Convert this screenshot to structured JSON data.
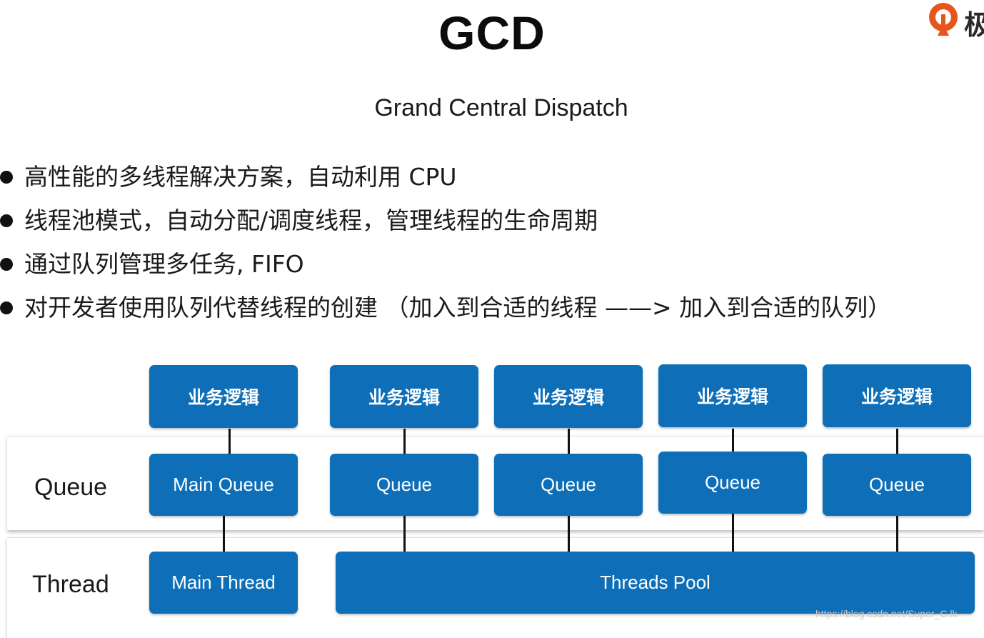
{
  "title": "GCD",
  "subtitle": "Grand Central Dispatch",
  "logo": {
    "glyph": "极"
  },
  "bullets": [
    "高性能的多线程解决方案，自动利用 CPU",
    "线程池模式，自动分配/调度线程，管理线程的生命周期",
    "通过队列管理多任务, FIFO",
    "对开发者使用队列代替线程的创建 （加入到合适的线程 ——> 加入到合适的队列）"
  ],
  "diagram": {
    "lanes": {
      "queue": "Queue",
      "thread": "Thread"
    },
    "business_boxes": [
      "业务逻辑",
      "业务逻辑",
      "业务逻辑",
      "业务逻辑",
      "业务逻辑"
    ],
    "queue_boxes": [
      "Main Queue",
      "Queue",
      "Queue",
      "Queue",
      "Queue"
    ],
    "thread_boxes": [
      "Main Thread",
      "Threads Pool"
    ]
  },
  "watermark": "https://blog.csdn.net/Super_C.lk",
  "colors": {
    "box": "#0e6fb8",
    "box_text": "#ffffff",
    "accent_logo": "#e8551c"
  }
}
